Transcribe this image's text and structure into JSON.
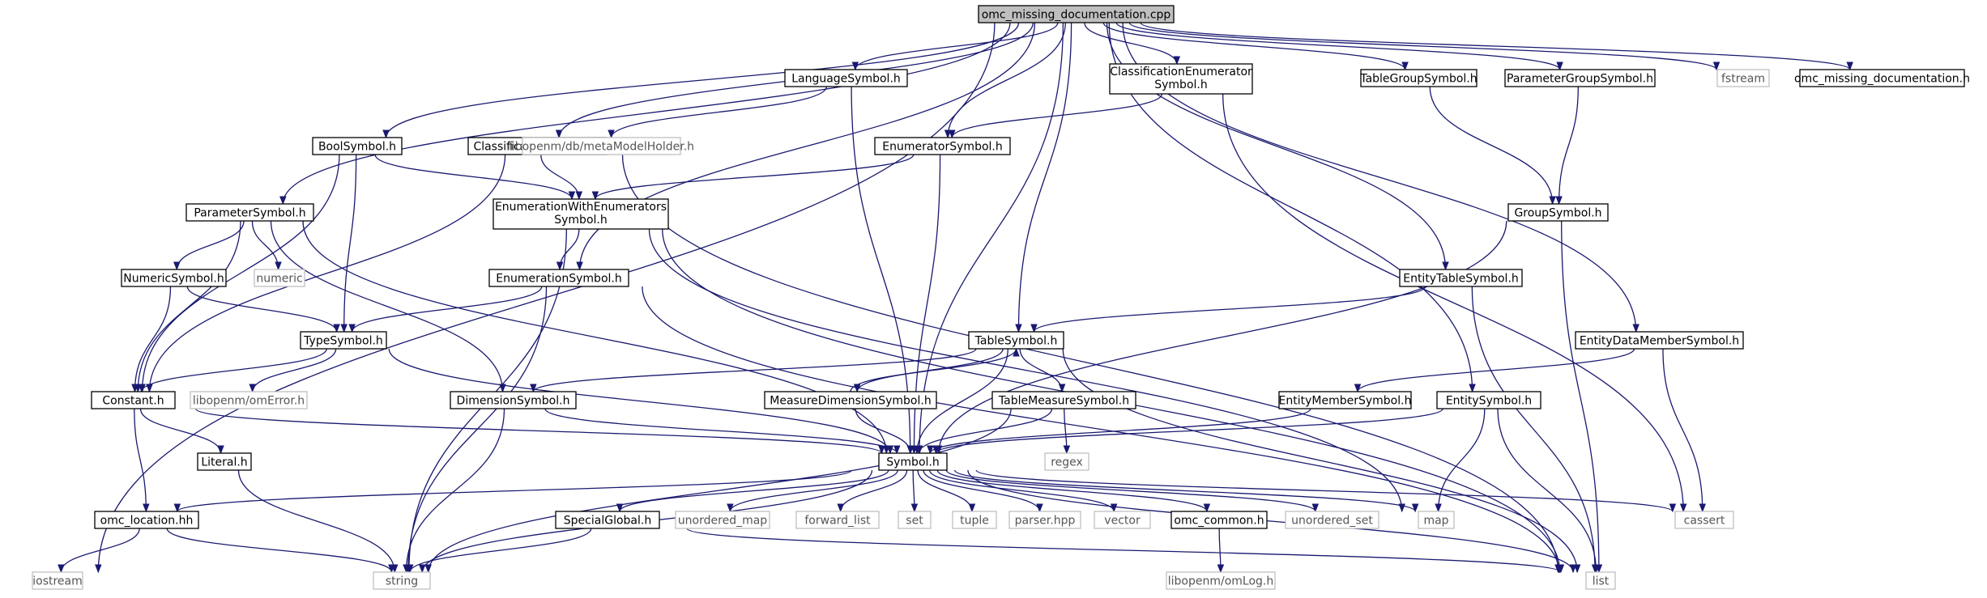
{
  "diagram": {
    "type": "include dependency graph",
    "colors": {
      "root_fill": "#bfbfbf",
      "edge": "#191970",
      "external_border": "#bfbfbf",
      "node_border": "#000000"
    },
    "nodes": [
      {
        "id": "root",
        "lines": [
          "omc_missing_documentation.cpp"
        ],
        "kind": "root"
      },
      {
        "id": "iostream",
        "lines": [
          "iostream"
        ],
        "kind": "ext"
      },
      {
        "id": "boolsym",
        "lines": [
          "BoolSymbol.h"
        ],
        "kind": "doc"
      },
      {
        "id": "paramsym",
        "lines": [
          "ParameterSymbol.h"
        ],
        "kind": "doc"
      },
      {
        "id": "classsym",
        "lines": [
          "ClassificationSymbol.h"
        ],
        "kind": "doc"
      },
      {
        "id": "enumsym",
        "lines": [
          "EnumerationSymbol.h"
        ],
        "kind": "doc"
      },
      {
        "id": "langsym",
        "lines": [
          "LanguageSymbol.h"
        ],
        "kind": "doc"
      },
      {
        "id": "classenum",
        "lines": [
          "ClassificationEnumerator",
          "Symbol.h"
        ],
        "kind": "doc"
      },
      {
        "id": "enumerator",
        "lines": [
          "EnumeratorSymbol.h"
        ],
        "kind": "doc"
      },
      {
        "id": "tablesym",
        "lines": [
          "TableSymbol.h"
        ],
        "kind": "doc"
      },
      {
        "id": "tablegroup",
        "lines": [
          "TableGroupSymbol.h"
        ],
        "kind": "doc"
      },
      {
        "id": "paramgroup",
        "lines": [
          "ParameterGroupSymbol.h"
        ],
        "kind": "doc"
      },
      {
        "id": "fstream",
        "lines": [
          "fstream"
        ],
        "kind": "ext"
      },
      {
        "id": "omcmissing",
        "lines": [
          "omc_missing_documentation.h"
        ],
        "kind": "doc"
      },
      {
        "id": "entitytable",
        "lines": [
          "EntityTableSymbol.h"
        ],
        "kind": "doc"
      },
      {
        "id": "entitydm",
        "lines": [
          "EntityDataMemberSymbol.h"
        ],
        "kind": "doc"
      },
      {
        "id": "entitysym",
        "lines": [
          "EntitySymbol.h"
        ],
        "kind": "doc"
      },
      {
        "id": "symbol",
        "lines": [
          "Symbol.h"
        ],
        "kind": "doc"
      },
      {
        "id": "typesym",
        "lines": [
          "TypeSymbol.h"
        ],
        "kind": "doc"
      },
      {
        "id": "constant",
        "lines": [
          "Constant.h"
        ],
        "kind": "doc"
      },
      {
        "id": "enumwith",
        "lines": [
          "EnumerationWithEnumerators",
          "Symbol.h"
        ],
        "kind": "doc"
      },
      {
        "id": "numericsym",
        "lines": [
          "NumericSymbol.h"
        ],
        "kind": "doc"
      },
      {
        "id": "numeric",
        "lines": [
          "numeric"
        ],
        "kind": "ext"
      },
      {
        "id": "dimsym",
        "lines": [
          "DimensionSymbol.h"
        ],
        "kind": "doc"
      },
      {
        "id": "libmeta",
        "lines": [
          "libopenm/db/metaModelHolder.h"
        ],
        "kind": "ext"
      },
      {
        "id": "groupsym",
        "lines": [
          "GroupSymbol.h"
        ],
        "kind": "doc"
      },
      {
        "id": "measuredim",
        "lines": [
          "MeasureDimensionSymbol.h"
        ],
        "kind": "doc"
      },
      {
        "id": "tablemeasure",
        "lines": [
          "TableMeasureSymbol.h"
        ],
        "kind": "doc"
      },
      {
        "id": "entitymember",
        "lines": [
          "EntityMemberSymbol.h"
        ],
        "kind": "doc"
      },
      {
        "id": "liberror",
        "lines": [
          "libopenm/omError.h"
        ],
        "kind": "ext"
      },
      {
        "id": "literal",
        "lines": [
          "Literal.h"
        ],
        "kind": "doc"
      },
      {
        "id": "regex",
        "lines": [
          "regex"
        ],
        "kind": "ext"
      },
      {
        "id": "omcloc",
        "lines": [
          "omc_location.hh"
        ],
        "kind": "doc"
      },
      {
        "id": "specialglobal",
        "lines": [
          "SpecialGlobal.h"
        ],
        "kind": "doc"
      },
      {
        "id": "unordmap",
        "lines": [
          "unordered_map"
        ],
        "kind": "ext"
      },
      {
        "id": "fwdlist",
        "lines": [
          "forward_list"
        ],
        "kind": "ext"
      },
      {
        "id": "set",
        "lines": [
          "set"
        ],
        "kind": "ext"
      },
      {
        "id": "tuple",
        "lines": [
          "tuple"
        ],
        "kind": "ext"
      },
      {
        "id": "parser",
        "lines": [
          "parser.hpp"
        ],
        "kind": "ext"
      },
      {
        "id": "vector",
        "lines": [
          "vector"
        ],
        "kind": "ext"
      },
      {
        "id": "omccommon",
        "lines": [
          "omc_common.h"
        ],
        "kind": "doc"
      },
      {
        "id": "unordset",
        "lines": [
          "unordered_set"
        ],
        "kind": "ext"
      },
      {
        "id": "map",
        "lines": [
          "map"
        ],
        "kind": "ext"
      },
      {
        "id": "cassert",
        "lines": [
          "cassert"
        ],
        "kind": "ext"
      },
      {
        "id": "string",
        "lines": [
          "string"
        ],
        "kind": "ext"
      },
      {
        "id": "liblog",
        "lines": [
          "libopenm/omLog.h"
        ],
        "kind": "ext"
      },
      {
        "id": "list",
        "lines": [
          "list"
        ],
        "kind": "ext"
      }
    ],
    "edges": [
      [
        "root",
        "iostream"
      ],
      [
        "root",
        "boolsym"
      ],
      [
        "root",
        "paramsym"
      ],
      [
        "root",
        "classsym"
      ],
      [
        "root",
        "enumsym"
      ],
      [
        "root",
        "langsym"
      ],
      [
        "root",
        "classenum"
      ],
      [
        "root",
        "enumerator"
      ],
      [
        "root",
        "tablesym"
      ],
      [
        "root",
        "tablegroup"
      ],
      [
        "root",
        "paramgroup"
      ],
      [
        "root",
        "fstream"
      ],
      [
        "root",
        "omcmissing"
      ],
      [
        "root",
        "entitytable"
      ],
      [
        "root",
        "entitydm"
      ],
      [
        "root",
        "entitysym"
      ],
      [
        "root",
        "symbol"
      ],
      [
        "boolsym",
        "enumwith"
      ],
      [
        "boolsym",
        "typesym"
      ],
      [
        "boolsym",
        "constant"
      ],
      [
        "classsym",
        "enumwith"
      ],
      [
        "classsym",
        "constant"
      ],
      [
        "classsym",
        "list"
      ],
      [
        "langsym",
        "libmeta"
      ],
      [
        "langsym",
        "symbol"
      ],
      [
        "classenum",
        "enumerator"
      ],
      [
        "classenum",
        "cassert"
      ],
      [
        "enumerator",
        "enumwith"
      ],
      [
        "enumerator",
        "symbol"
      ],
      [
        "tablegroup",
        "groupsym"
      ],
      [
        "paramgroup",
        "groupsym"
      ],
      [
        "groupsym",
        "symbol"
      ],
      [
        "groupsym",
        "list"
      ],
      [
        "paramsym",
        "numericsym"
      ],
      [
        "paramsym",
        "numeric"
      ],
      [
        "paramsym",
        "dimsym"
      ],
      [
        "paramsym",
        "constant"
      ],
      [
        "paramsym",
        "symbol"
      ],
      [
        "enumwith",
        "enumsym"
      ],
      [
        "enumwith",
        "string"
      ],
      [
        "enumwith",
        "map"
      ],
      [
        "enumwith",
        "list"
      ],
      [
        "enumsym",
        "typesym"
      ],
      [
        "enumsym",
        "string"
      ],
      [
        "enumsym",
        "list"
      ],
      [
        "numericsym",
        "typesym"
      ],
      [
        "numericsym",
        "constant"
      ],
      [
        "entitytable",
        "tablesym"
      ],
      [
        "entitytable",
        "list"
      ],
      [
        "entitydm",
        "entitymember"
      ],
      [
        "entitydm",
        "cassert"
      ],
      [
        "typesym",
        "constant"
      ],
      [
        "typesym",
        "liberror"
      ],
      [
        "typesym",
        "symbol"
      ],
      [
        "tablesym",
        "dimsym"
      ],
      [
        "tablesym",
        "measuredim"
      ],
      [
        "tablesym",
        "tablemeasure"
      ],
      [
        "tablesym",
        "symbol"
      ],
      [
        "tablesym",
        "list"
      ],
      [
        "measuredim",
        "tablesym"
      ],
      [
        "measuredim",
        "symbol"
      ],
      [
        "tablemeasure",
        "symbol"
      ],
      [
        "tablemeasure",
        "regex"
      ],
      [
        "tablemeasure",
        "string"
      ],
      [
        "entitymember",
        "symbol"
      ],
      [
        "entitysym",
        "symbol"
      ],
      [
        "entitysym",
        "map"
      ],
      [
        "entitysym",
        "list"
      ],
      [
        "dimsym",
        "symbol"
      ],
      [
        "dimsym",
        "string"
      ],
      [
        "constant",
        "literal"
      ],
      [
        "constant",
        "omcloc"
      ],
      [
        "constant",
        "symbol"
      ],
      [
        "literal",
        "string"
      ],
      [
        "symbol",
        "omcloc"
      ],
      [
        "symbol",
        "specialglobal"
      ],
      [
        "symbol",
        "string"
      ],
      [
        "symbol",
        "unordmap"
      ],
      [
        "symbol",
        "fwdlist"
      ],
      [
        "symbol",
        "set"
      ],
      [
        "symbol",
        "tuple"
      ],
      [
        "symbol",
        "parser"
      ],
      [
        "symbol",
        "vector"
      ],
      [
        "symbol",
        "omccommon"
      ],
      [
        "symbol",
        "unordset"
      ],
      [
        "symbol",
        "map"
      ],
      [
        "symbol",
        "cassert"
      ],
      [
        "symbol",
        "list"
      ],
      [
        "omcloc",
        "iostream"
      ],
      [
        "omcloc",
        "string"
      ],
      [
        "specialglobal",
        "string"
      ],
      [
        "specialglobal",
        "list"
      ],
      [
        "omccommon",
        "liblog"
      ]
    ]
  }
}
